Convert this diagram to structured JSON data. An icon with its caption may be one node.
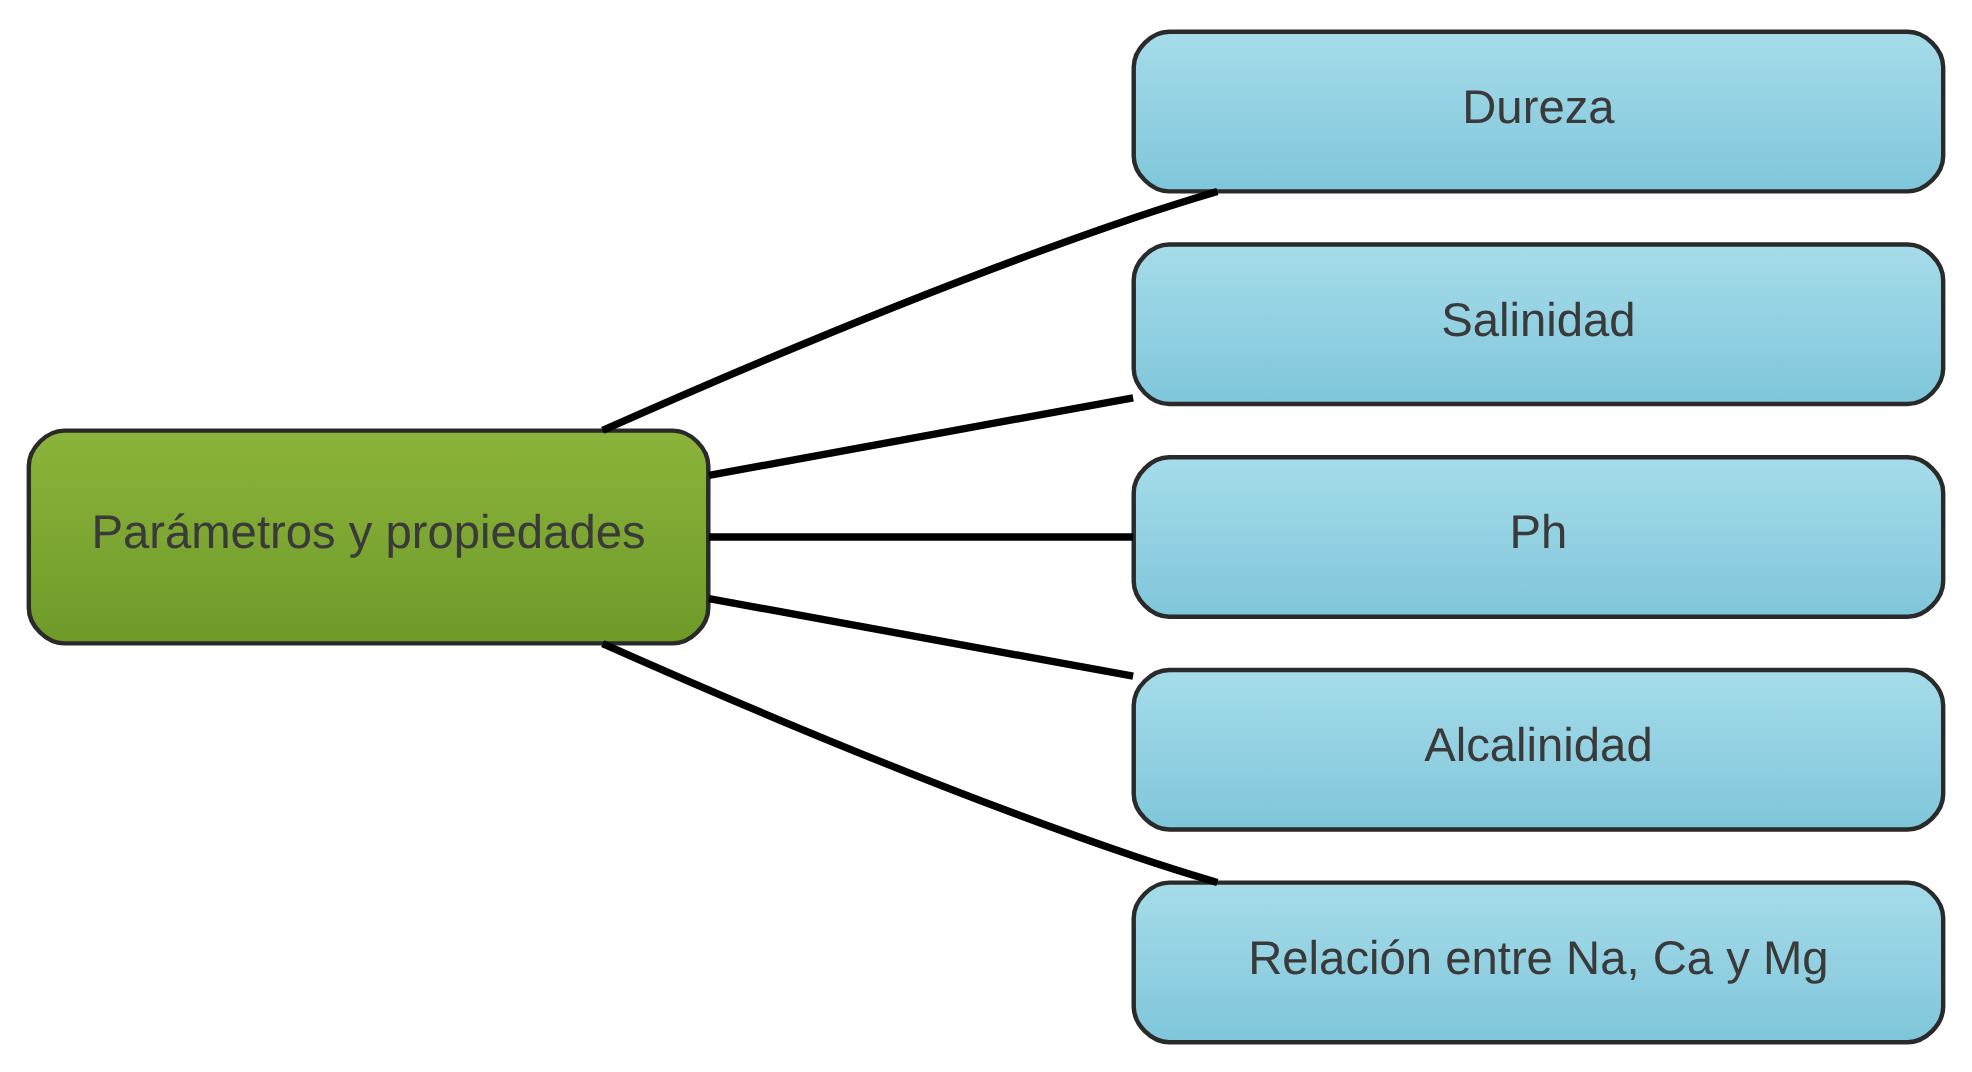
{
  "diagram": {
    "nodes": [
      {
        "text": [
          "Parámetros y propiedades"
        ]
      },
      {
        "text": [
          "Dureza"
        ]
      },
      {
        "text": [
          "Salinidad"
        ]
      },
      {
        "text": [
          "Ph"
        ]
      },
      {
        "text": [
          "Alcalinidad"
        ]
      },
      {
        "text": [
          "Relación entre Na, Ca y Mg"
        ]
      }
    ],
    "edges": [
      {
        "from": 0,
        "to": 1,
        "arrow": "none"
      },
      {
        "from": 0,
        "to": 2,
        "arrow": "none"
      },
      {
        "from": 0,
        "to": 3,
        "arrow": "none"
      },
      {
        "from": 0,
        "to": 4,
        "arrow": "none"
      },
      {
        "from": 0,
        "to": 5,
        "arrow": "none"
      }
    ]
  }
}
